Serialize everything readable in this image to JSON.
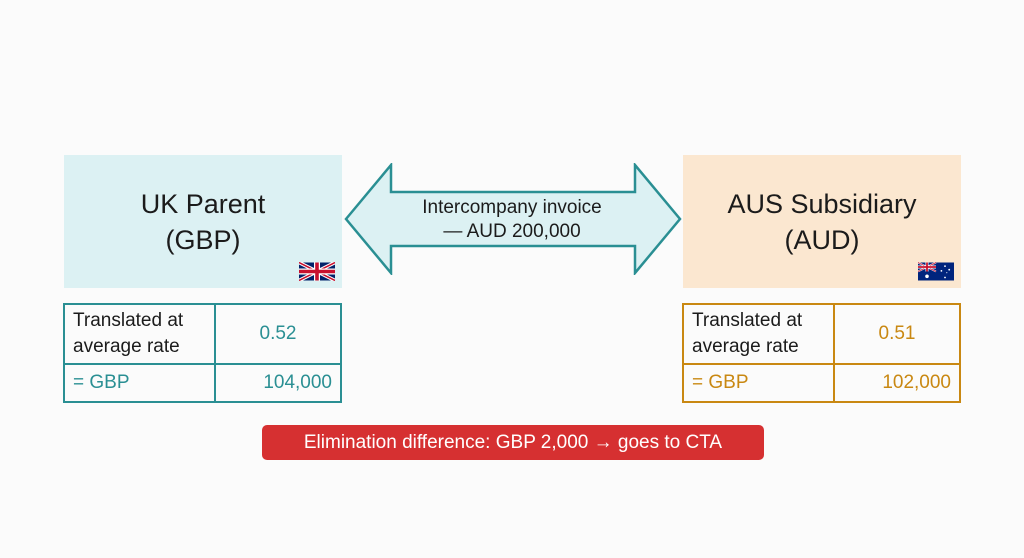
{
  "uk_parent": {
    "name": "UK Parent",
    "currency": "(GBP)",
    "flag_icon": "uk-flag-icon",
    "table": {
      "label_top": "Translated at average rate",
      "rate": "0.52",
      "label_bottom": "= GBP",
      "amount": "104,000"
    }
  },
  "aus_subsidiary": {
    "name": "AUS Subsidiary",
    "currency": "(AUD)",
    "flag_icon": "australia-flag-icon",
    "table": {
      "label_top": "Translated at average rate",
      "rate": "0.51",
      "label_bottom": "= GBP",
      "amount": "102,000"
    }
  },
  "invoice_arrow": {
    "line1": "Intercompany invoice",
    "line2": "— AUD 200,000"
  },
  "elimination": {
    "text": "Elimination difference: GBP 2,000 → goes to CTA"
  },
  "colors": {
    "uk_accent": "#2a8f93",
    "uk_fill": "#dcf1f3",
    "aus_accent": "#c98812",
    "aus_fill": "#fbe7d0",
    "banner": "#d63031"
  }
}
